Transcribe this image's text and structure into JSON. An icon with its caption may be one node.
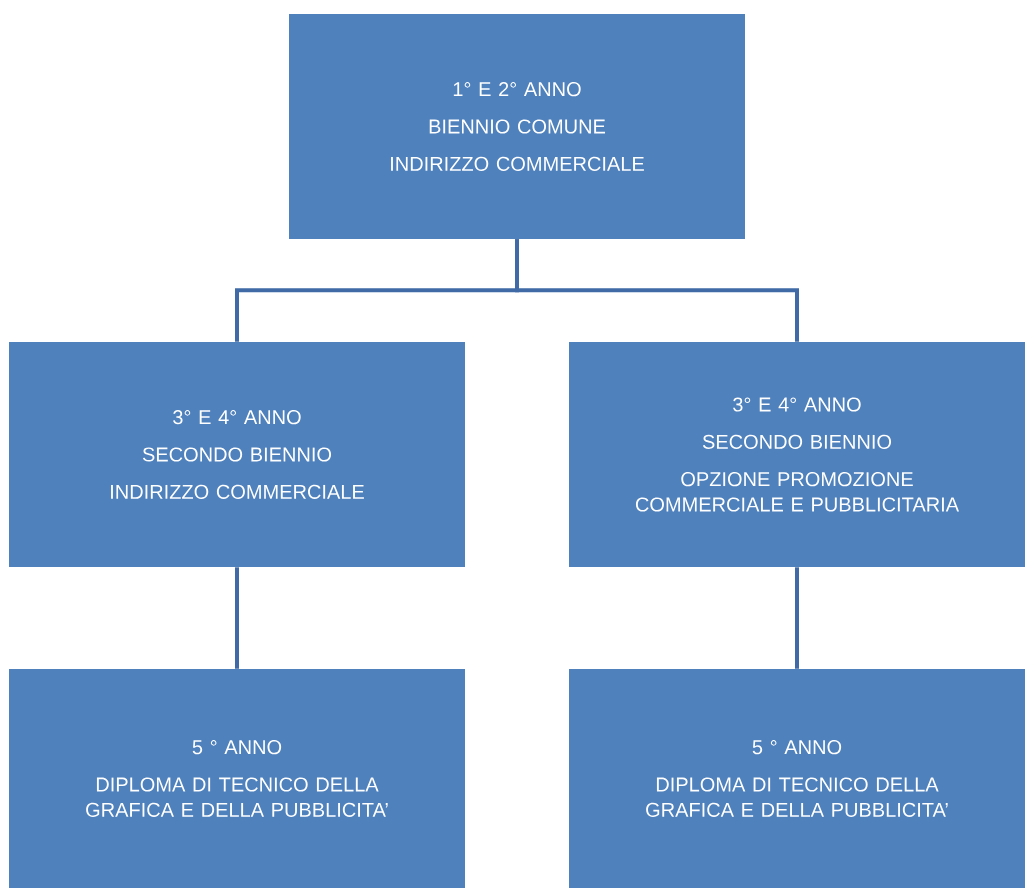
{
  "diagram": {
    "nodes": [
      {
        "text": [
          "1° E 2° ANNO",
          "BIENNIO COMUNE",
          "INDIRIZZO COMMERCIALE"
        ]
      },
      {
        "text": [
          "3°  E 4° ANNO",
          "SECONDO BIENNIO",
          "INDIRIZZO COMMERCIALE"
        ]
      },
      {
        "text": [
          "3°  E 4° ANNO",
          "SECONDO BIENNIO",
          "OPZIONE PROMOZIONE COMMERCIALE E PUBBLICITARIA"
        ]
      },
      {
        "text": [
          "5 ° ANNO",
          "DIPLOMA DI TECNICO DELLA GRAFICA E DELLA PUBBLICITA’"
        ]
      },
      {
        "text": [
          "5 ° ANNO",
          "DIPLOMA DI TECNICO DELLA GRAFICA E DELLA PUBBLICITA’"
        ]
      }
    ],
    "edges": [
      {
        "from": 0,
        "to": 1,
        "arrow": "none"
      },
      {
        "from": 0,
        "to": 2,
        "arrow": "none"
      },
      {
        "from": 1,
        "to": 3,
        "arrow": "none"
      },
      {
        "from": 2,
        "to": 4,
        "arrow": "none"
      }
    ]
  }
}
